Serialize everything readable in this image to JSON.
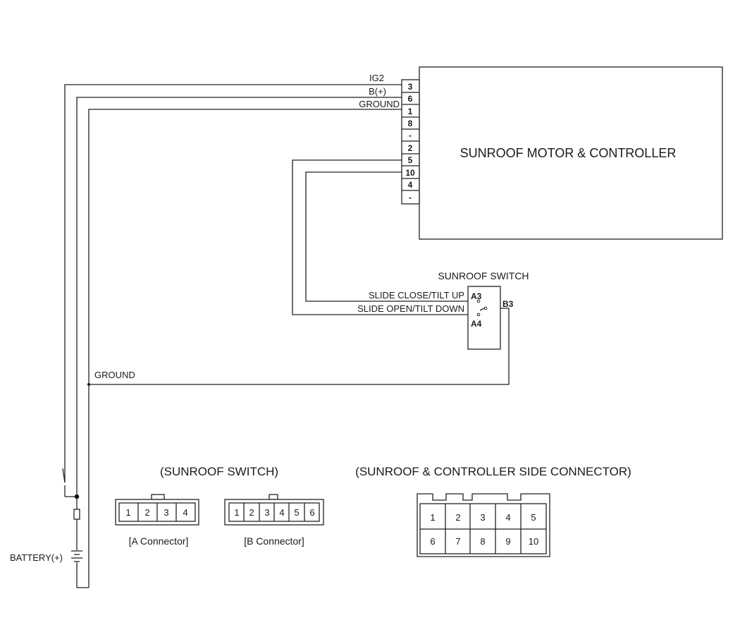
{
  "controller": {
    "title": "SUNROOF MOTOR & CONTROLLER",
    "pins": [
      "3",
      "6",
      "1",
      "8",
      "-",
      "2",
      "5",
      "10",
      "4",
      "-"
    ],
    "wire_labels": {
      "ig2": "IG2",
      "bplus": "B(+)",
      "ground": "GROUND"
    }
  },
  "switch": {
    "title": "SUNROOF SWITCH",
    "close_label": "SLIDE CLOSE/TILT UP",
    "open_label": "SLIDE OPEN/TILT DOWN",
    "pin_a3": "A3",
    "pin_a4": "A4",
    "pin_b3": "B3"
  },
  "ground_label": "GROUND",
  "battery_label": "BATTERY(+)",
  "connectors": {
    "switch_heading": "(SUNROOF SWITCH)",
    "controller_heading": "(SUNROOF & CONTROLLER SIDE CONNECTOR)",
    "a_connector": {
      "caption": "[A Connector]",
      "pins": [
        "1",
        "2",
        "3",
        "4"
      ]
    },
    "b_connector": {
      "caption": "[B Connector]",
      "pins": [
        "1",
        "2",
        "3",
        "4",
        "5",
        "6"
      ]
    },
    "controller_connector": {
      "row1": [
        "1",
        "2",
        "3",
        "4",
        "5"
      ],
      "row2": [
        "6",
        "7",
        "8",
        "9",
        "10"
      ]
    }
  }
}
